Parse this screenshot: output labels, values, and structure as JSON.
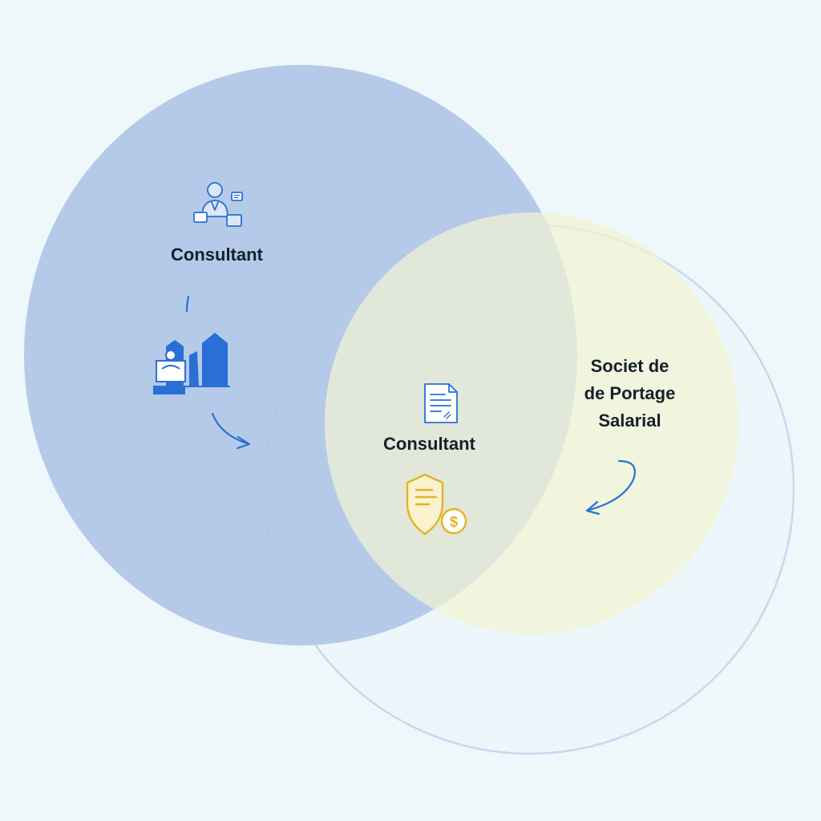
{
  "diagram": {
    "type": "venn",
    "circles": [
      {
        "id": "consultant-circle",
        "color": "#afc6e6"
      },
      {
        "id": "portage-circle",
        "color": "#f2f4d2"
      },
      {
        "id": "outline-circle",
        "color": "#c8d8ee"
      }
    ],
    "labels": {
      "left": "Consultant",
      "center": "Consultant",
      "right_lines": [
        "Societ de",
        "de Portage",
        "Salarial"
      ]
    },
    "icons": [
      "consultant-person-icon",
      "office-buildings-icon",
      "contract-document-icon",
      "shield-payment-icon"
    ],
    "arrows": [
      "flow-arrow-left",
      "flow-arrow-right"
    ],
    "colors": {
      "background": "#eef7fa",
      "accent_blue": "#2a6fd6",
      "accent_gold": "#e6b92a",
      "text": "#16202c"
    }
  }
}
